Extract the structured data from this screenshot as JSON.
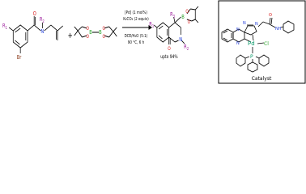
{
  "reactant1": {
    "r1": "R",
    "r1_sub": "1",
    "r2": "R",
    "r2_sub": "2",
    "br": "Br",
    "o": "O",
    "n": "N"
  },
  "plus": "+",
  "boron": {
    "b": "B",
    "o": "O"
  },
  "conditions": {
    "line1": "[Pd] (1 mol%)",
    "line2": "K₂CO₃ (2 equiv)",
    "line3": "DCE/H₂O (5:1)",
    "line4": "90 °C, 6 h"
  },
  "product": {
    "r1": "R",
    "r1_sub": "1",
    "r2": "R",
    "r2_sub": "2",
    "r3": "R",
    "r3_sub": "3",
    "b": "B",
    "o": "O",
    "n": "N",
    "yield": "upto 94%"
  },
  "catalyst": {
    "label": "Catalyst",
    "pd": "Pd",
    "cl": "Cl",
    "p": "P",
    "n": "N",
    "nh": "NH",
    "o": "O"
  },
  "colors": {
    "oxygen": "#d81b1b",
    "nitrogen": "#1f3bd8",
    "boron": "#2aa32a",
    "bromine": "#8b3a1a",
    "palladium": "#0a9a6a",
    "r_group": "#9b1b9b"
  }
}
